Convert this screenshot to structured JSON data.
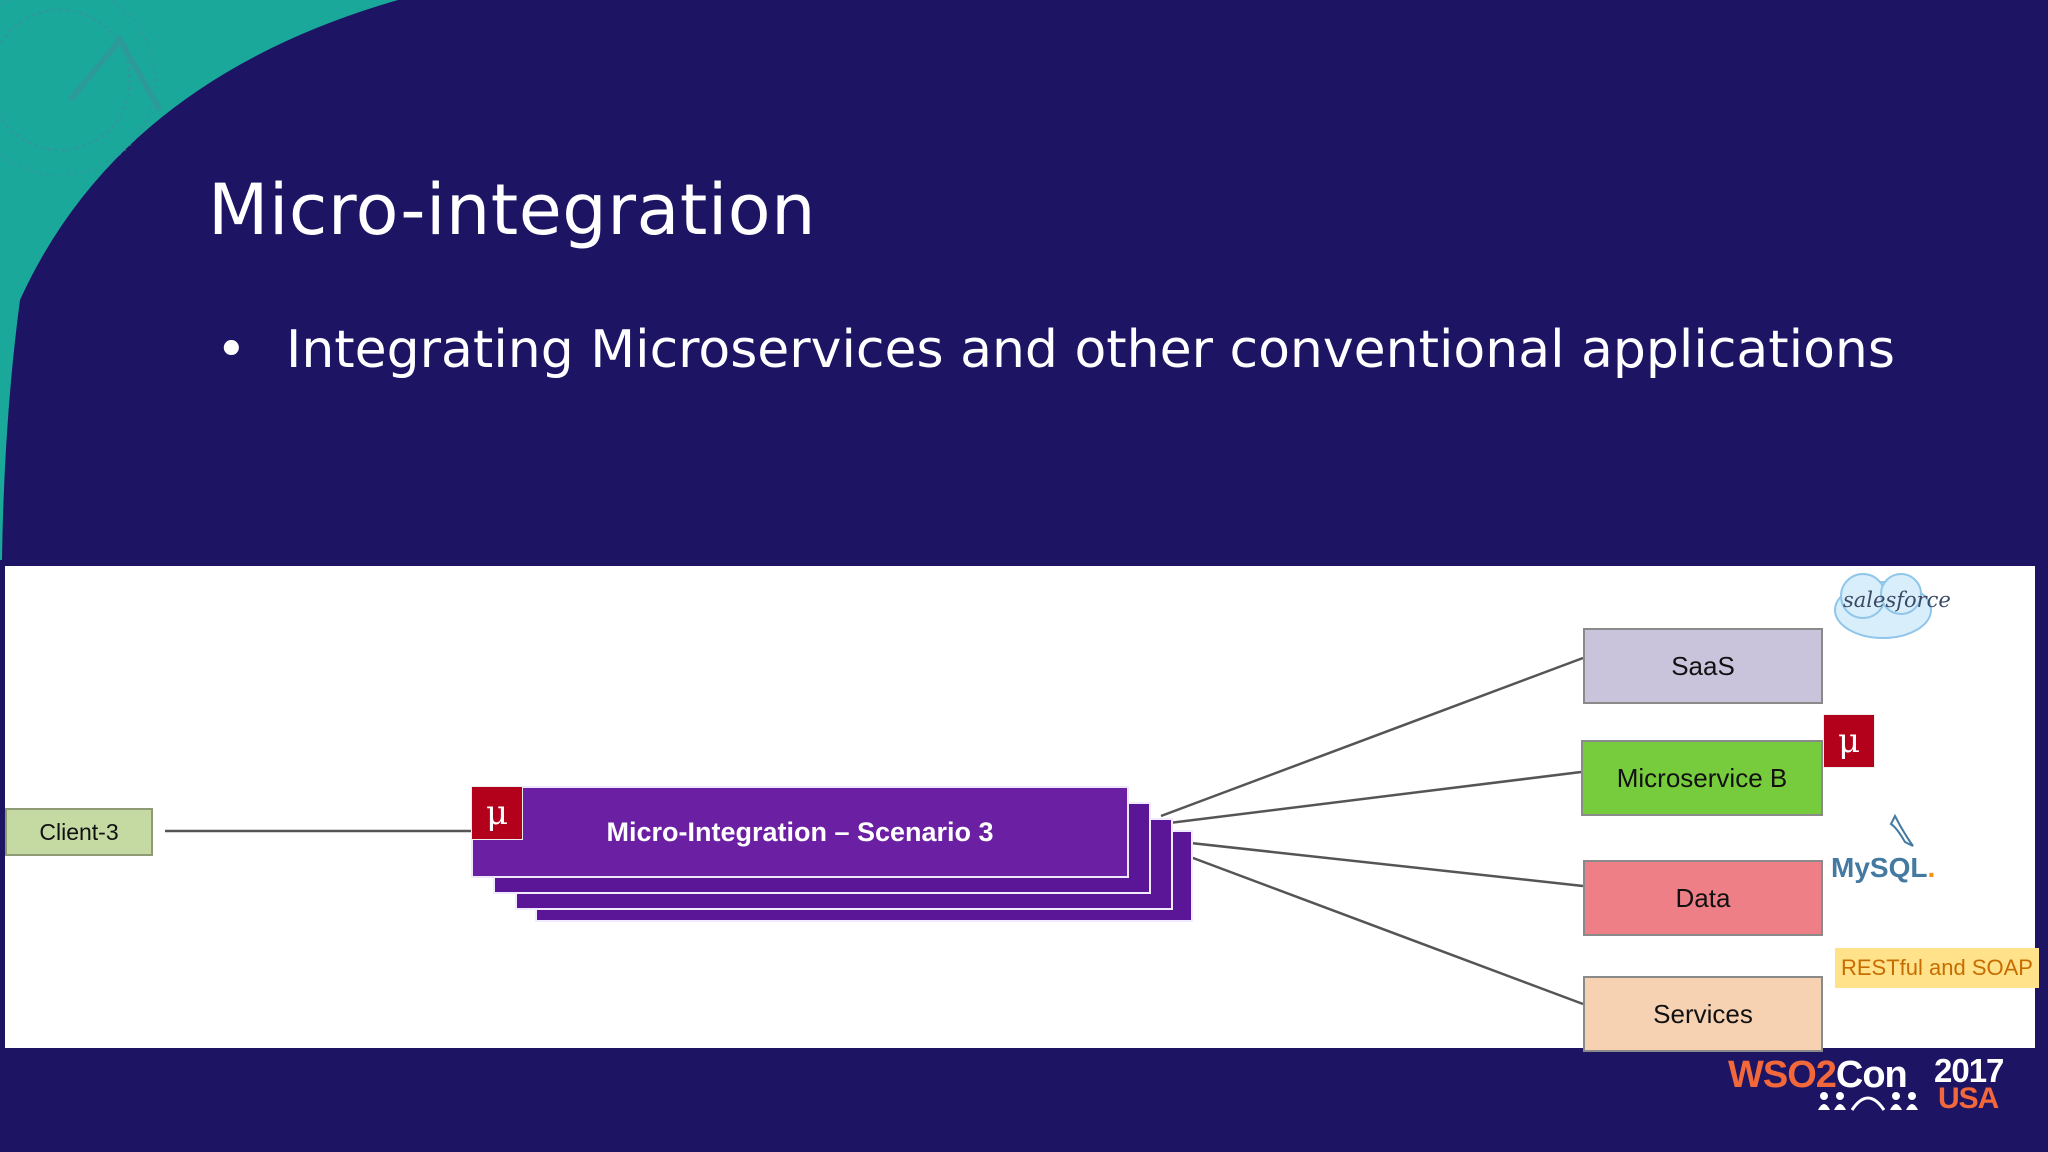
{
  "slide": {
    "title": "Micro-integration",
    "bullet_symbol": "•",
    "bullet": "Integrating Microservices and other conventional applications"
  },
  "diagram": {
    "client": "Client-3",
    "scenario": "Micro-Integration – Scenario 3",
    "mu_symbol": "μ",
    "targets": {
      "saas": "SaaS",
      "microservice": "Microservice B",
      "data": "Data",
      "services": "Services"
    },
    "badges": {
      "salesforce_logo": "salesforce",
      "mysql_logo": "MySQL",
      "mysql_dot": ".",
      "protocols": "RESTful and SOAP"
    }
  },
  "branding": {
    "event": "WSO2",
    "event_suffix": "Con",
    "year": "2017",
    "location": "USA"
  },
  "colors": {
    "background": "#1d1464",
    "corner_teal": "#19a89a",
    "scenario_purple": "#6b1fa3",
    "mu_red": "#b3001b",
    "saas": "#c9c4dc",
    "microservice": "#77cc3d",
    "data": "#ef7f86",
    "services": "#f7d2b2",
    "client": "#c5d9a3",
    "brand_orange": "#f2683a"
  }
}
